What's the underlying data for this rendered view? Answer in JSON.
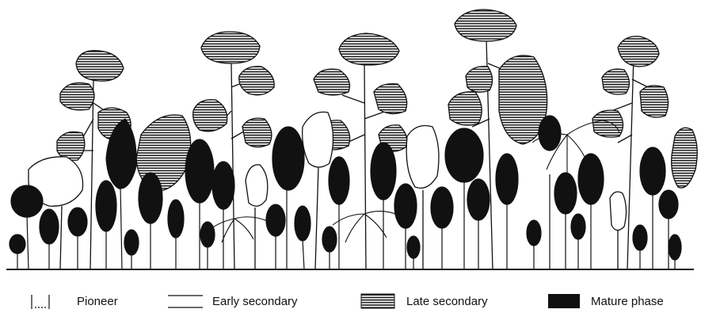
{
  "legend": {
    "items": [
      {
        "key": "pioneer",
        "label": "Pioneer"
      },
      {
        "key": "early",
        "label": "Early secondary"
      },
      {
        "key": "late",
        "label": "Late secondary"
      },
      {
        "key": "mature",
        "label": "Mature phase"
      }
    ]
  },
  "colors": {
    "ink": "#111111",
    "paper": "#ffffff"
  }
}
